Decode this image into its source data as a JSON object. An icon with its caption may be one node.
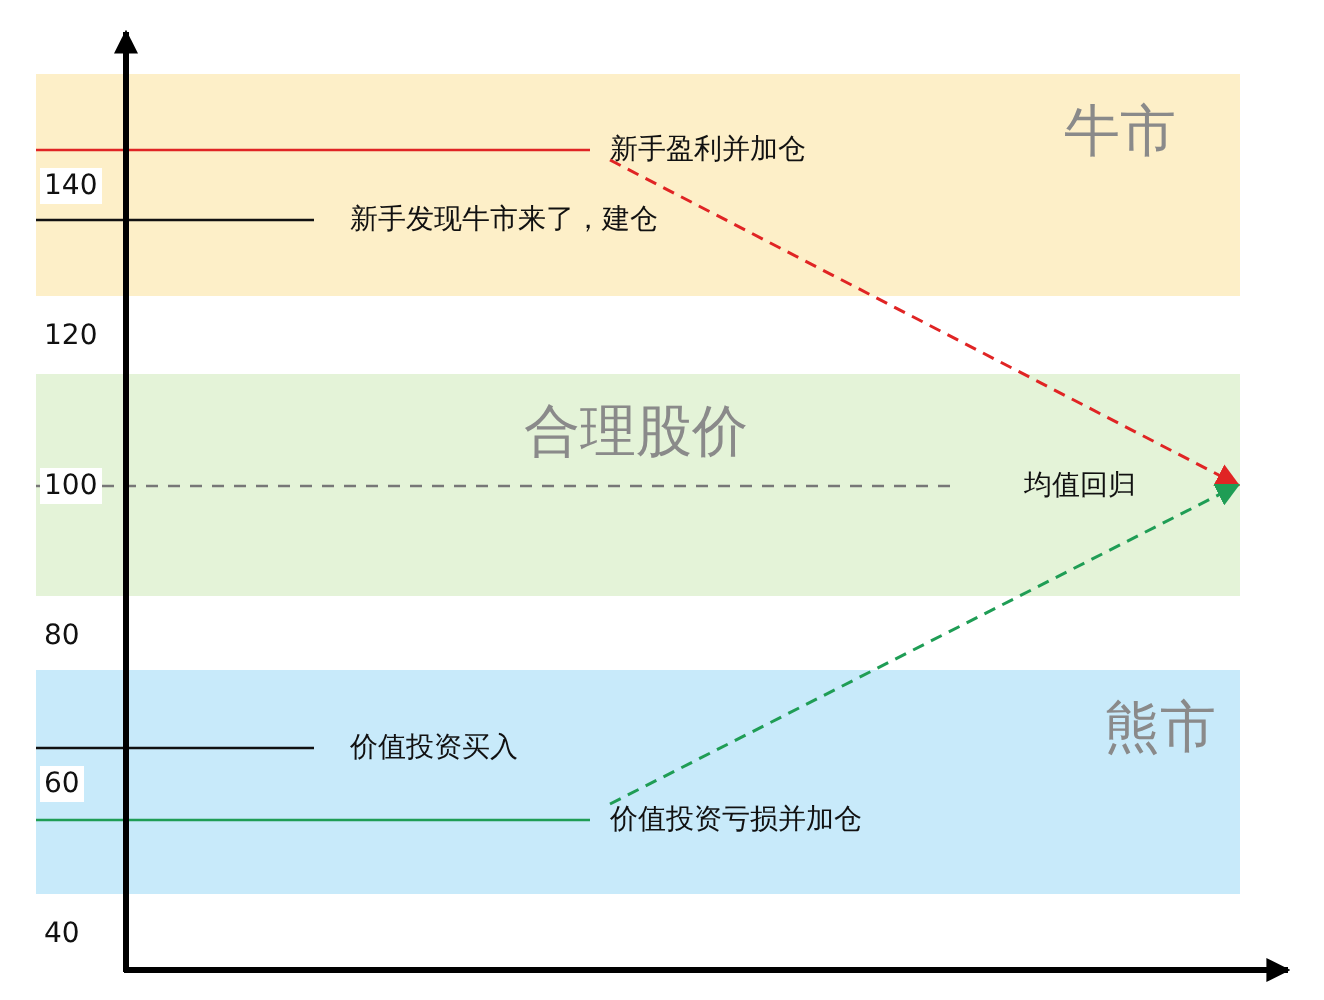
{
  "diagram": {
    "nodes": [
      {
        "text": [
          "牛市"
        ]
      },
      {
        "text": [
          "合理股价"
        ]
      },
      {
        "text": [
          "熊市"
        ]
      },
      {
        "text": [
          "新手盈利并加仓"
        ],
        "in": 0
      },
      {
        "text": [
          "新手发现牛市来了，建仓"
        ],
        "in": 0
      },
      {
        "text": [
          "均值回归"
        ],
        "in": 1
      },
      {
        "text": [
          "价值投资买入"
        ],
        "in": 2
      },
      {
        "text": [
          "价值投资亏损并加仓"
        ],
        "in": 2
      }
    ],
    "edges": [
      {
        "from": 3,
        "to": 1,
        "arrow": "to",
        "style": "dashed",
        "color": "#e02424"
      },
      {
        "from": 7,
        "to": 1,
        "arrow": "to",
        "style": "dashed",
        "color": "#1f9d55"
      }
    ],
    "labels": [
      "140",
      "120",
      "100",
      "80",
      "60",
      "40"
    ]
  }
}
